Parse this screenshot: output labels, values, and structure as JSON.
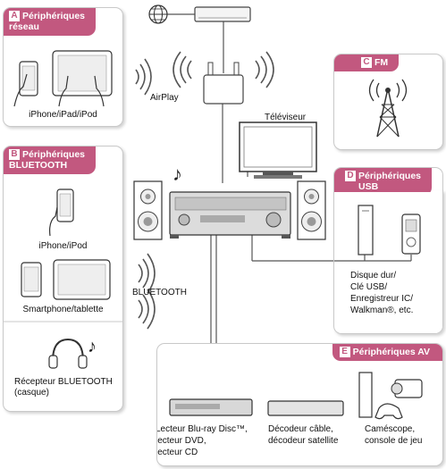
{
  "panel_a": {
    "letter": "A",
    "title_1": "Périphériques",
    "title_2": "réseau",
    "caption": "iPhone/iPad/iPod"
  },
  "panel_b": {
    "letter": "B",
    "title_1": "Périphériques",
    "title_2": "BLUETOOTH",
    "captions": [
      "iPhone/iPod",
      "Smartphone/tablette",
      "Récepteur BLUETOOTH",
      "(casque)"
    ]
  },
  "panel_c": {
    "letter": "C",
    "title": "FM"
  },
  "panel_d": {
    "letter": "D",
    "title_1": "Périphériques",
    "title_2": "USB",
    "captions": [
      "Disque dur/",
      "Clé USB/",
      "Enregistreur IC/",
      "Walkman®, etc."
    ]
  },
  "panel_e": {
    "letter": "E",
    "title": "Périphériques AV",
    "captions": [
      "Lecteur Blu-ray Disc™,",
      "lecteur DVD,",
      "lecteur CD",
      "Décodeur câble,",
      "décodeur satellite",
      "Caméscope,",
      "console de jeu"
    ]
  },
  "labels": {
    "airplay": "AirPlay",
    "television": "Téléviseur",
    "bluetooth": "BLUETOOTH"
  },
  "colors": {
    "accent": "#c2587f",
    "line": "#444444",
    "panel_border": "#c9c9c9"
  }
}
